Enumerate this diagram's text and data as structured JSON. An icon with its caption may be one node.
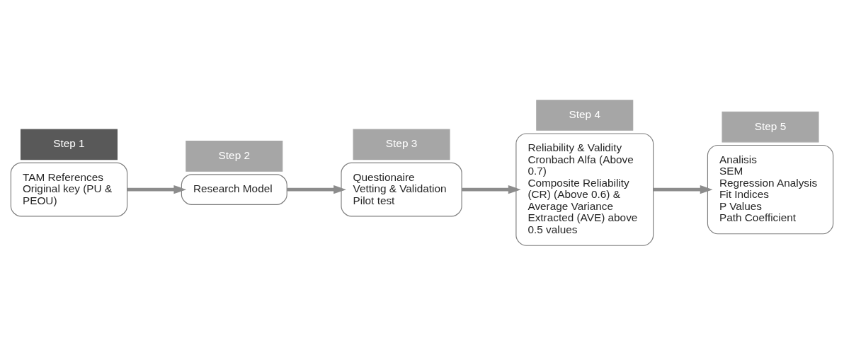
{
  "diagram": {
    "nodes": [
      {
        "text": [
          "TAM References",
          "Original key (PU & PEOU)"
        ]
      },
      {
        "text": [
          "Step 1"
        ]
      },
      {
        "text": [
          "Research Model"
        ]
      },
      {
        "text": [
          "Step 2"
        ]
      },
      {
        "text": [
          "Questionaire",
          "Vetting & Validation",
          "Pilot test"
        ]
      },
      {
        "text": [
          "Step 3"
        ]
      },
      {
        "text": [
          "Reliability & Validity",
          "Cronbach Alfa (Above 0.7)",
          "Composite Reliability (CR) (Above 0.6) & Average Variance Extracted (AVE) above 0.5 values"
        ]
      },
      {
        "text": [
          "Step 4"
        ]
      },
      {
        "text": [
          "Analisis",
          "SEM",
          "Regression Analysis",
          "Fit Indices",
          "P Values",
          "Path Coefficient"
        ]
      },
      {
        "text": [
          "Step 5"
        ]
      }
    ],
    "edges": [
      {
        "from": 0,
        "to": 2,
        "arrow": "to"
      },
      {
        "from": 2,
        "to": 4,
        "arrow": "to"
      },
      {
        "from": 4,
        "to": 6,
        "arrow": "to"
      },
      {
        "from": 6,
        "to": 8,
        "arrow": "to"
      }
    ]
  }
}
